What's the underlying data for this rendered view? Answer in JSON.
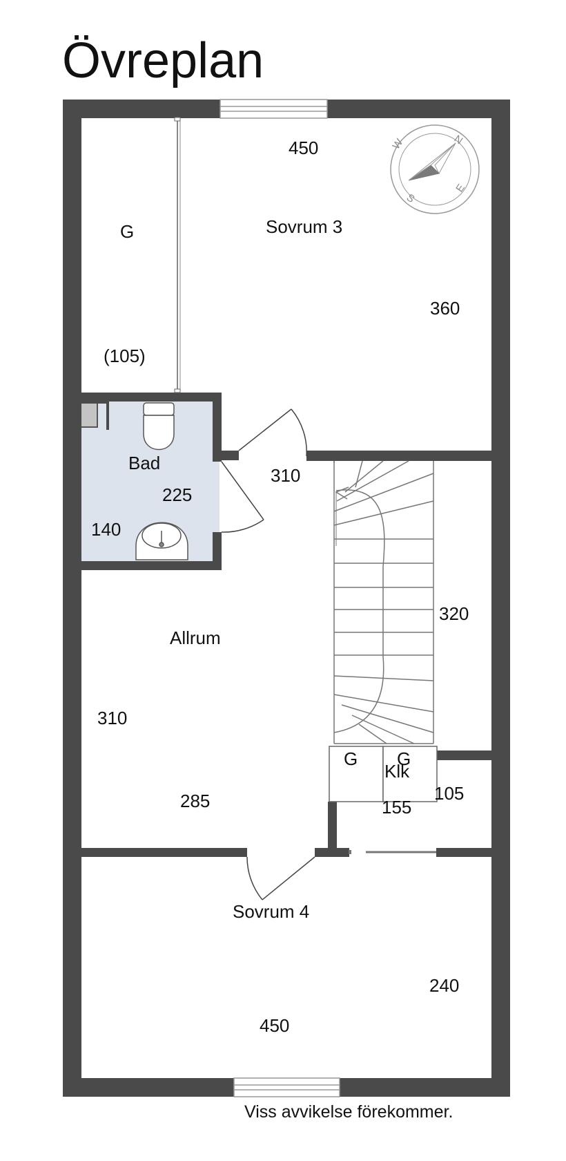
{
  "title": "Övreplan",
  "disclaimer": "Viss avvikelse förekommer.",
  "colors": {
    "wall": "#4a4a4a",
    "bathroom": "#dde3ec",
    "line": "#7a7a7a",
    "compass": "#9a9a9a"
  },
  "compass": {
    "icon": "compass-rose-icon",
    "n": "N",
    "e": "E",
    "s": "S",
    "w": "W"
  },
  "rooms": {
    "sovrum3": {
      "name": "Sovrum 3",
      "width": "450",
      "height": "360"
    },
    "closet_top": {
      "label": "G",
      "dim": "(105)"
    },
    "bad": {
      "name": "Bad",
      "dim_a": "225",
      "dim_b": "140"
    },
    "hall": {
      "dim": "310"
    },
    "stair": {
      "dim": "320"
    },
    "allrum": {
      "name": "Allrum",
      "dim_a": "310",
      "dim_b": "285"
    },
    "wardrobes": {
      "g1": "G",
      "g2": "G"
    },
    "klk": {
      "name": "Klk",
      "dim_a": "105",
      "dim_b": "155"
    },
    "sovrum4": {
      "name": "Sovrum 4",
      "width": "450",
      "height": "240"
    }
  }
}
